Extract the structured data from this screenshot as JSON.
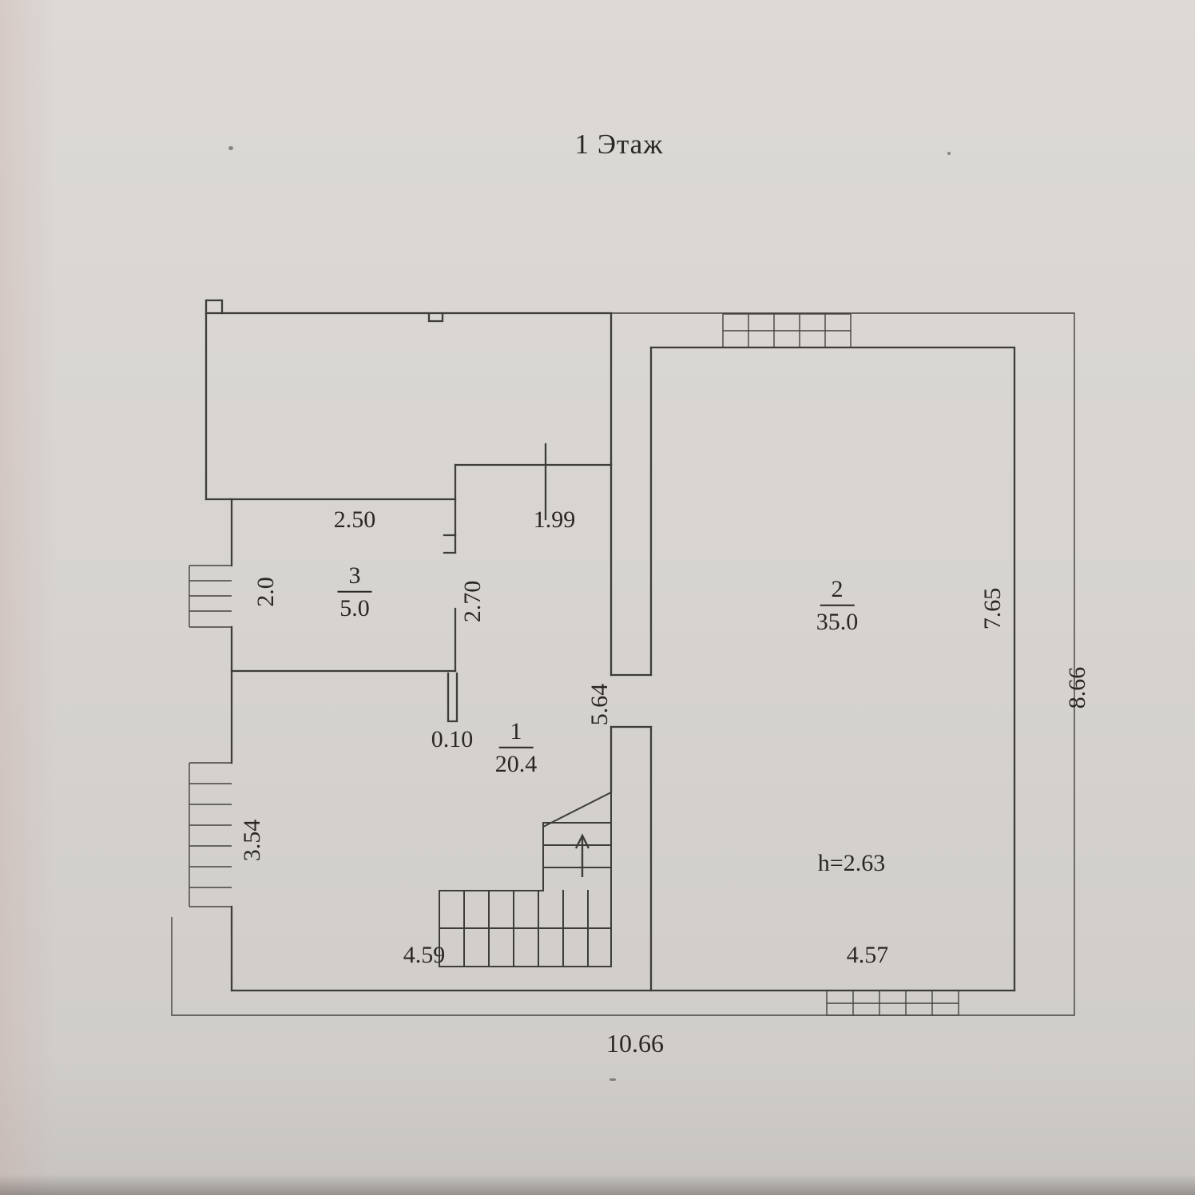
{
  "page": {
    "title": "1 Этаж"
  },
  "rooms": [
    {
      "number": "1",
      "area": "20.4"
    },
    {
      "number": "2",
      "area": "35.0"
    },
    {
      "number": "3",
      "area": "5.0"
    }
  ],
  "labels": {
    "ceiling_height": "h=2.63"
  },
  "dimensions": {
    "room3_width": "2.50",
    "room3_height": "2.0",
    "corridor_height": "2.70",
    "hall_top_width": "1.99",
    "wall_thickness": "0.10",
    "room1_height": "5.64",
    "room1_bottom_width": "4.59",
    "room2_height": "7.65",
    "room2_bottom_width": "4.57",
    "building_height": "8.66",
    "building_width": "10.66",
    "left_lower_height": "3.54"
  },
  "colors": {
    "paper": "#d7d4d1",
    "ink": "#3f3d39",
    "text": "#2a2722"
  }
}
